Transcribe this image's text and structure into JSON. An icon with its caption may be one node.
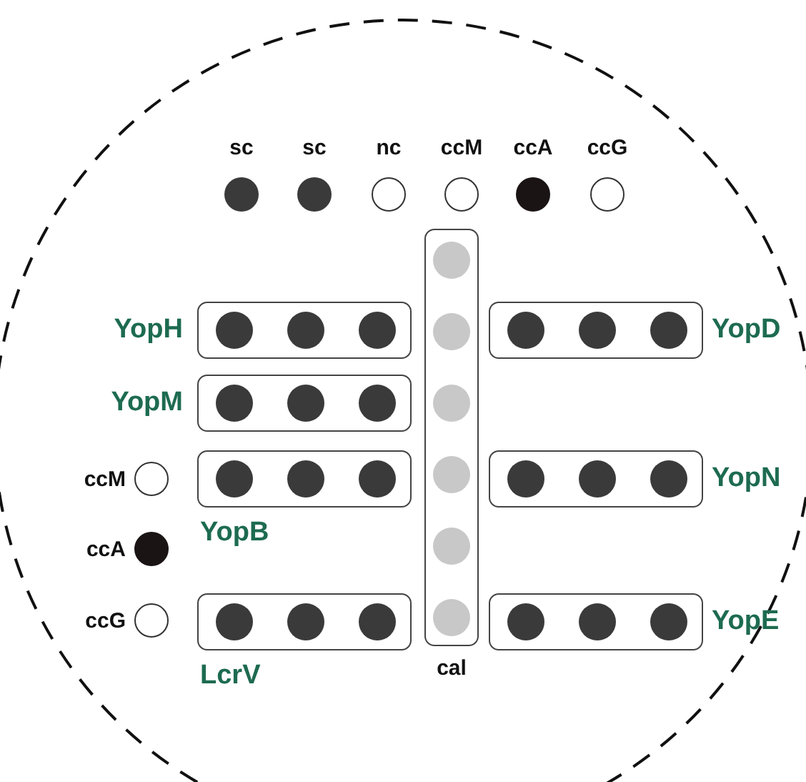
{
  "diagram": {
    "nodes": [
      {
        "text": [
          "sc"
        ]
      },
      {
        "text": [
          "sc"
        ]
      },
      {
        "text": [
          "nc"
        ]
      },
      {
        "text": [
          "ccM"
        ]
      },
      {
        "text": [
          "ccA"
        ]
      },
      {
        "text": [
          "ccG"
        ]
      },
      {
        "text": [
          "cal"
        ]
      },
      {
        "text": [
          "YopH"
        ]
      },
      {
        "text": [
          "YopD"
        ]
      },
      {
        "text": [
          "YopM"
        ]
      },
      {
        "text": [
          "ccM"
        ]
      },
      {
        "text": [
          "YopB"
        ]
      },
      {
        "text": [
          "YopN"
        ]
      },
      {
        "text": [
          "ccA"
        ]
      },
      {
        "text": [
          "ccG"
        ]
      },
      {
        "text": [
          "LcrV"
        ]
      },
      {
        "text": [
          "YopE"
        ]
      }
    ]
  }
}
